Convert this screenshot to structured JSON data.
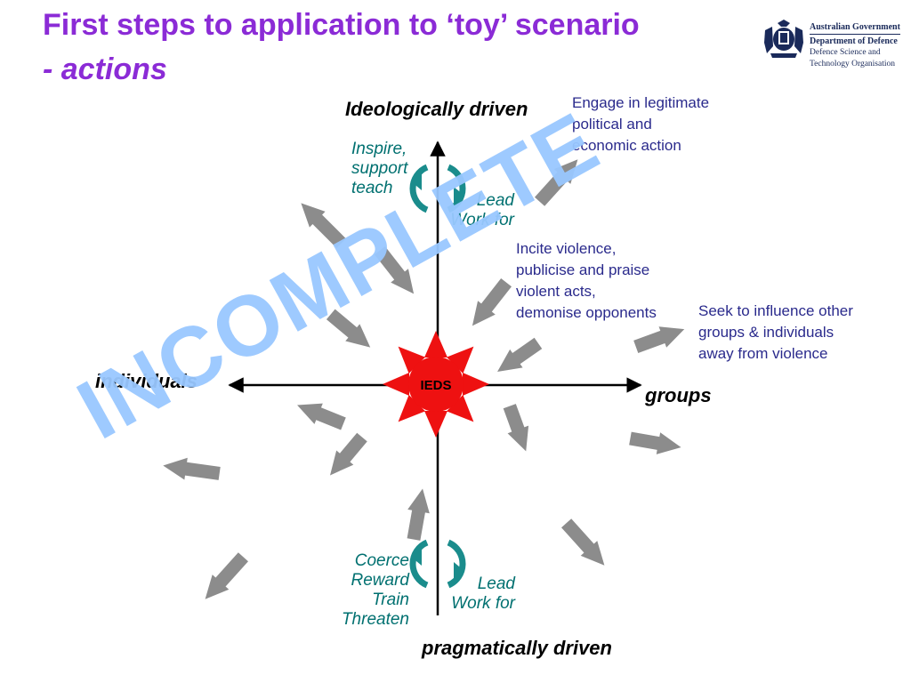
{
  "title": "First steps to application to ‘toy’ scenario",
  "subtitle": "- actions",
  "logo": {
    "line1": "Australian Government",
    "line2": "Department of Defence",
    "line3": "Defence Science and",
    "line4": "Technology Organisation"
  },
  "axes": {
    "top": "Ideologically driven",
    "bottom": "pragmatically driven",
    "left": "individuals",
    "right": "groups"
  },
  "center_label": "IEDS",
  "notes": {
    "engage": [
      "Engage in legitimate",
      "political and",
      "economic action"
    ],
    "incite": [
      "Incite violence,",
      "publicise and praise",
      "violent acts,",
      "demonise opponents"
    ],
    "seek": [
      "Seek to influence other",
      "groups & individuals",
      "away from violence"
    ]
  },
  "top_cycle": {
    "left": [
      "Inspire,",
      "support",
      "teach"
    ],
    "right": [
      "Lead",
      "Work for"
    ]
  },
  "bottom_cycle": {
    "left": [
      "Coerce",
      "Reward",
      "Train",
      "Threaten"
    ],
    "right": [
      "Lead",
      "Work for"
    ]
  },
  "watermark": "INCOMPLETE",
  "colors": {
    "title": "#8b2bd6",
    "note_text": "#2a2a8c",
    "cycle_text": "#007070",
    "starburst": "#ee1111",
    "arrow_fill": "#8c8c8c",
    "watermark": "#99c8ff"
  }
}
